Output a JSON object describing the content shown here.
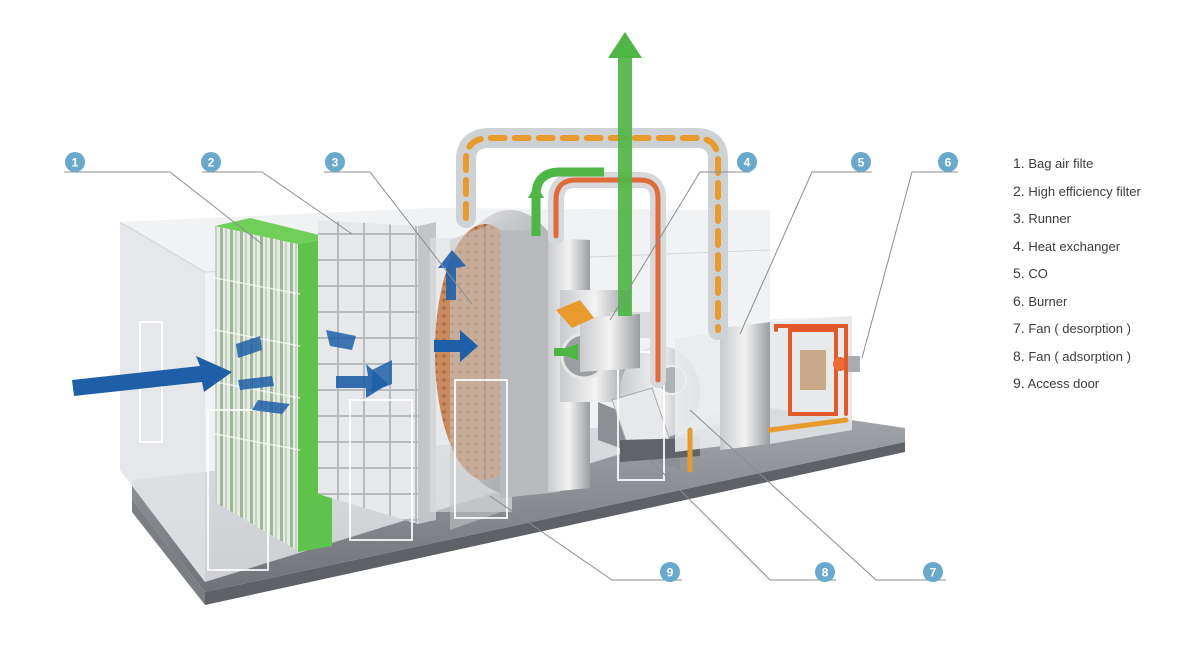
{
  "colors": {
    "callout_fill": "#69a9cb",
    "intake_arrow": "#1f5fa8",
    "exhaust_arrow": "#4fb545",
    "hot_duct": "#e89a2c",
    "desorption_duct": "#e06a3a",
    "filter_green": "#5fc24b",
    "housing": "#e4e6e8",
    "base_plate": "#8a8e92"
  },
  "callouts": [
    {
      "id": "1",
      "label": "1"
    },
    {
      "id": "2",
      "label": "2"
    },
    {
      "id": "3",
      "label": "3"
    },
    {
      "id": "4",
      "label": "4"
    },
    {
      "id": "5",
      "label": "5"
    },
    {
      "id": "6",
      "label": "6"
    },
    {
      "id": "7",
      "label": "7"
    },
    {
      "id": "8",
      "label": "8"
    },
    {
      "id": "9",
      "label": "9"
    }
  ],
  "legend": [
    {
      "num": "1.",
      "text": "Bag air filte"
    },
    {
      "num": "2.",
      "text": "High efficiency filter"
    },
    {
      "num": "3.",
      "text": "Runner"
    },
    {
      "num": "4.",
      "text": "Heat exchanger"
    },
    {
      "num": "5.",
      "text": "CO"
    },
    {
      "num": "6.",
      "text": "Burner"
    },
    {
      "num": "7.",
      "text": "Fan ( desorption )"
    },
    {
      "num": "8.",
      "text": "Fan ( adsorption )"
    },
    {
      "num": "9.",
      "text": "Access door"
    }
  ]
}
